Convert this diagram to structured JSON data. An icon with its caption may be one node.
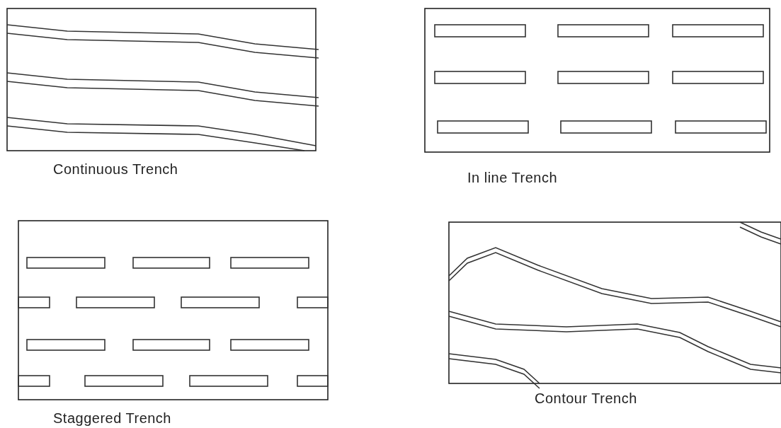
{
  "diagram": {
    "labels": [
      "Continuous Trench",
      "In line Trench",
      "Staggered Trench",
      "Contour Trench"
    ]
  }
}
